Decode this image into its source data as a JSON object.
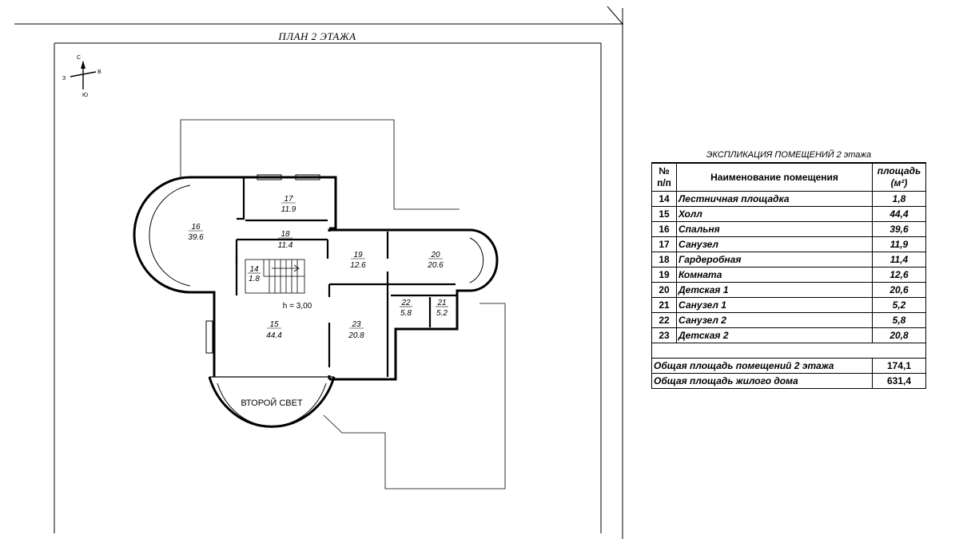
{
  "plan": {
    "title": "ПЛАН 2 ЭТАЖА",
    "compass": {
      "n": "С",
      "s": "Ю",
      "w": "З",
      "e": "В"
    },
    "height_note": "h = 3,00",
    "second_light": "ВТОРОЙ СВЕТ",
    "rooms": [
      {
        "num": "14",
        "area": "1.8"
      },
      {
        "num": "15",
        "area": "44.4"
      },
      {
        "num": "16",
        "area": "39.6"
      },
      {
        "num": "17",
        "area": "11.9"
      },
      {
        "num": "18",
        "area": "11.4"
      },
      {
        "num": "19",
        "area": "12.6"
      },
      {
        "num": "20",
        "area": "20.6"
      },
      {
        "num": "21",
        "area": "5.2"
      },
      {
        "num": "22",
        "area": "5.8"
      },
      {
        "num": "23",
        "area": "20.8"
      }
    ]
  },
  "explication": {
    "title": "ЭКСПЛИКАЦИЯ ПОМЕЩЕНИЙ 2 этажа",
    "headers": {
      "no_line1": "№",
      "no_line2": "п/п",
      "name": "Наименование помещения",
      "area_line1": "площадь",
      "area_line2": "(м²)"
    },
    "rows": [
      {
        "no": "14",
        "name": "Лестничная площадка",
        "area": "1,8"
      },
      {
        "no": "15",
        "name": "Холл",
        "area": "44,4"
      },
      {
        "no": "16",
        "name": "Спальня",
        "area": "39,6"
      },
      {
        "no": "17",
        "name": "Санузел",
        "area": "11,9"
      },
      {
        "no": "18",
        "name": "Гардеробная",
        "area": "11,4"
      },
      {
        "no": "19",
        "name": "Комната",
        "area": "12,6"
      },
      {
        "no": "20",
        "name": "Детская 1",
        "area": "20,6"
      },
      {
        "no": "21",
        "name": "Санузел 1",
        "area": "5,2"
      },
      {
        "no": "22",
        "name": "Санузел 2",
        "area": "5,8"
      },
      {
        "no": "23",
        "name": "Детская 2",
        "area": "20,8"
      }
    ],
    "totals": [
      {
        "label": "Общая площадь помещений 2 этажа",
        "value": "174,1"
      },
      {
        "label": "Общая площадь жилого дома",
        "value": "631,4"
      }
    ]
  }
}
